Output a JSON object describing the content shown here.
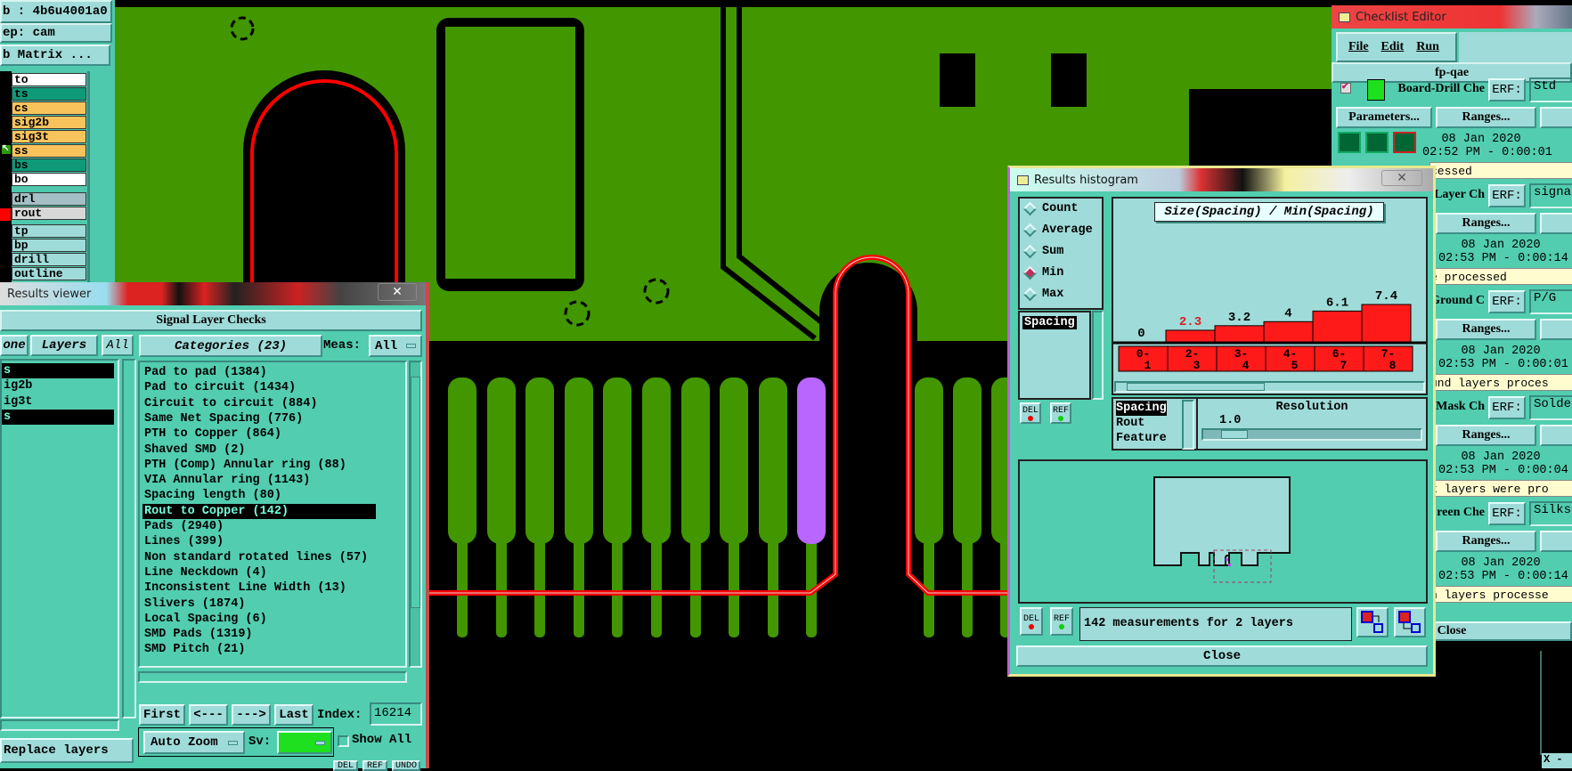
{
  "layer_panel": {
    "job": "b : 4b6u4001a0",
    "step": "ep: cam",
    "matrix_button": "b Matrix ...",
    "layers": [
      {
        "name": "to",
        "color": "#ffffff"
      },
      {
        "name": "ts",
        "color": "#0e9a78"
      },
      {
        "name": "cs",
        "color": "#f9c35c"
      },
      {
        "name": "sig2b",
        "color": "#f9c35c"
      },
      {
        "name": "sig3t",
        "color": "#f9c35c"
      },
      {
        "name": "ss",
        "color": "#f9c35c"
      },
      {
        "name": "bs",
        "color": "#0e9a78"
      },
      {
        "name": "bo",
        "color": "#ffffff"
      },
      {
        "name": "drl",
        "color": "#a5bfc6"
      },
      {
        "name": "rout",
        "color": "#d8d8d8"
      },
      {
        "name": "tp",
        "color": "#9fdbd9"
      },
      {
        "name": "bp",
        "color": "#9fdbd9"
      },
      {
        "name": "drill",
        "color": "#9fdbd9"
      },
      {
        "name": "outline",
        "color": "#9fdbd9"
      }
    ]
  },
  "results_viewer": {
    "title": "Results viewer",
    "header": "Signal Layer Checks",
    "tabs": {
      "none": "one",
      "layers": "Layers",
      "all": "All"
    },
    "layer_items": [
      "s",
      "ig2b",
      "ig3t",
      "s"
    ],
    "categories_button": "Categories (23)",
    "meas_label": "Meas:",
    "meas_value": "All",
    "categories": [
      "Pad to pad (1384)",
      "Pad to circuit (1434)",
      "Circuit to circuit (884)",
      "Same Net Spacing (776)",
      "PTH to Copper (864)",
      "Shaved SMD (2)",
      "PTH (Comp) Annular ring (88)",
      "VIA Annular ring (1143)",
      "Spacing length (80)",
      "Rout to Copper (142)",
      "Pads (2940)",
      "Lines (399)",
      "Non standard rotated lines (57)",
      "Line Neckdown (4)",
      "Inconsistent Line Width (13)",
      "Slivers (1874)",
      "Local Spacing (6)",
      "SMD Pads (1319)",
      "SMD Pitch (21)"
    ],
    "selected_category": "Rout to Copper (142)",
    "nav": {
      "first": "First",
      "prev": "<---",
      "next": "--->",
      "last": "Last",
      "index_label": "Index:",
      "index_value": "16214"
    },
    "auto_zoom": "Auto Zoom",
    "sv_label": "Sv:",
    "show_all": "Show All",
    "del": "DEL",
    "ref": "REF",
    "undo": "UNDO",
    "replace_layers": "Replace layers"
  },
  "histogram": {
    "title": "Results histogram",
    "modes": [
      "Count",
      "Average",
      "Sum",
      "Min",
      "Max"
    ],
    "selected_mode": "Min",
    "attr_list": [
      "Spacing"
    ],
    "field_list": [
      "Spacing",
      "Rout",
      "Feature"
    ],
    "resolution_label": "Resolution",
    "resolution_value": "1.0",
    "status": "142 measurements for 2 layers",
    "close": "Close",
    "del": "DEL",
    "ref": "REF",
    "bar_color": "#ff1a1a",
    "highlight_color": "#d42020"
  },
  "chart_data": {
    "type": "bar",
    "title": "Size(Spacing) / Min(Spacing)",
    "categories": [
      "0-1",
      "2-3",
      "3-4",
      "4-5",
      "6-7",
      "7-8"
    ],
    "category_lines": [
      [
        "0-",
        "1"
      ],
      [
        "2-",
        "3"
      ],
      [
        "3-",
        "4"
      ],
      [
        "4-",
        "5"
      ],
      [
        "6-",
        "7"
      ],
      [
        "7-",
        "8"
      ]
    ],
    "values": [
      0,
      2.3,
      3.2,
      4,
      6.1,
      7.4
    ],
    "labels": [
      "0",
      "2.3",
      "3.2",
      "4",
      "6.1",
      "7.4"
    ],
    "highlighted_index": 1,
    "xlabel": "",
    "ylabel": "",
    "ylim": [
      0,
      8
    ]
  },
  "checklist": {
    "title": "Checklist Editor",
    "menu": [
      "File",
      "Edit",
      "Run"
    ],
    "name": "fp-qae",
    "parameters": "Parameters...",
    "ranges": "Ranges...",
    "erf": "ERF:",
    "close": "Close",
    "checks": [
      {
        "name": "Board-Drill Che",
        "erf": "Std",
        "date": "08 Jan 2020",
        "time": "02:52 PM - 0:00:01",
        "status": "cessed"
      },
      {
        "name": "Layer Ch",
        "erf": "signa",
        "date": "08 Jan 2020",
        "time": "02:53 PM - 0:00:14",
        "status": "e processed"
      },
      {
        "name": "Ground C",
        "erf": "P/G",
        "date": "08 Jan 2020",
        "time": "02:53 PM - 0:00:01",
        "status": "und layers proces"
      },
      {
        "name": "Mask Ch",
        "erf": "Solde",
        "date": "08 Jan 2020",
        "time": "02:53 PM - 0:00:04",
        "status": "k layers were pro"
      },
      {
        "name": "reen Che",
        "erf": "Silks",
        "date": "08 Jan 2020",
        "time": "02:53 PM - 0:00:14",
        "status": "n layers processe"
      }
    ]
  },
  "corner_panel": "X -"
}
